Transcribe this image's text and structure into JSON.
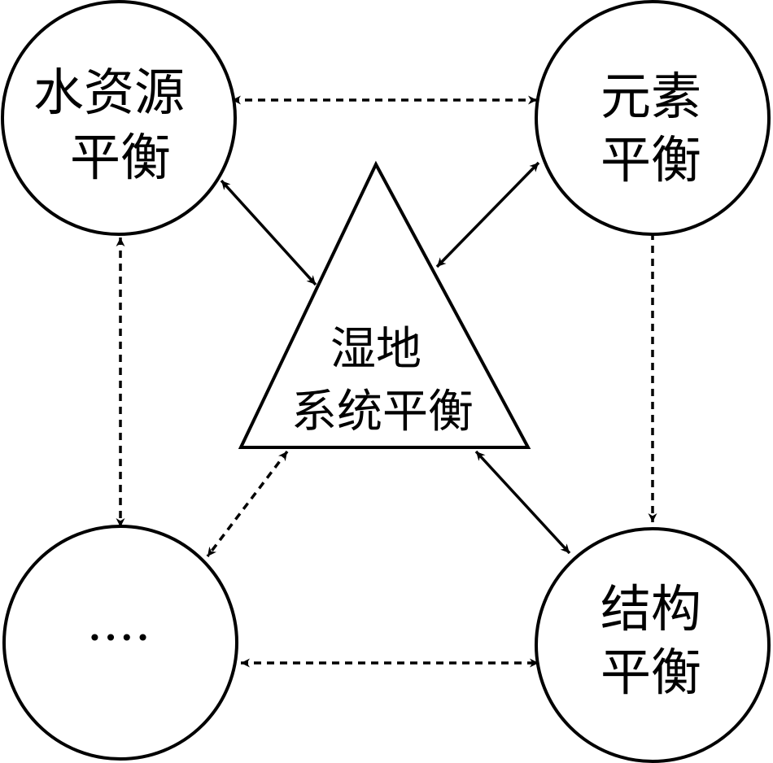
{
  "nodes": {
    "water": {
      "lines": [
        "水资源",
        "平衡"
      ]
    },
    "element": {
      "lines": [
        "元素",
        "平衡"
      ]
    },
    "structure": {
      "lines": [
        "结构",
        "平衡"
      ]
    },
    "other": {
      "lines": [
        "····"
      ]
    },
    "wetland": {
      "lines": [
        "湿地",
        "系统平衡"
      ]
    }
  },
  "edges": [
    {
      "from": "water",
      "to": "element",
      "style": "dashed"
    },
    {
      "from": "water",
      "to": "other",
      "style": "dashed"
    },
    {
      "from": "element",
      "to": "structure",
      "style": "dashed"
    },
    {
      "from": "other",
      "to": "structure",
      "style": "dashed"
    },
    {
      "from": "wetland",
      "to": "water",
      "style": "solid"
    },
    {
      "from": "wetland",
      "to": "element",
      "style": "solid"
    },
    {
      "from": "wetland",
      "to": "structure",
      "style": "solid"
    },
    {
      "from": "wetland",
      "to": "other",
      "style": "dashed"
    }
  ]
}
